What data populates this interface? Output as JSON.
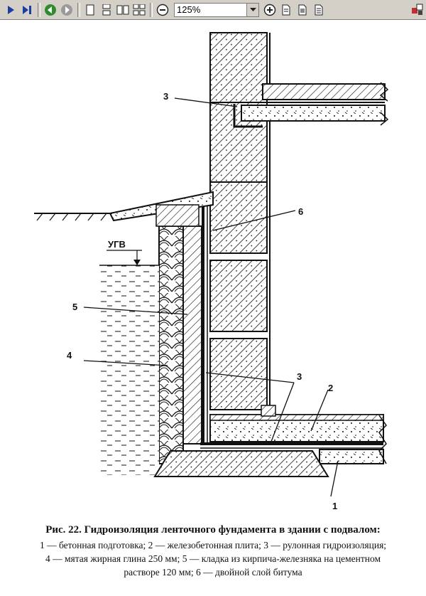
{
  "toolbar": {
    "zoom_value": "125%",
    "buttons": [
      "play-icon",
      "skip-end-icon",
      "back-icon",
      "forward-icon",
      "single-page-icon",
      "continuous-icon",
      "facing-icon",
      "continuous-facing-icon",
      "zoom-out-icon",
      "zoom-in-icon",
      "page-icon",
      "page-width-icon",
      "fit-page-icon",
      "settings-icon"
    ]
  },
  "figure": {
    "labels": {
      "n1": "1",
      "n2": "2",
      "n3_top": "3",
      "n3_bottom": "3",
      "n4": "4",
      "n5": "5",
      "n6": "6",
      "ugv": "УГВ"
    }
  },
  "caption": {
    "title": "Рис. 22. Гидроизоляция ленточного фундамента в здании с подвалом:",
    "line1": "1 — бетонная подготовка; 2 — железобетонная плита; 3 — рулонная гидроизоляция;",
    "line2": "4 — мятая жирная глина 250 мм; 5 — кладка из кирпича-железняка на цементном",
    "line3": "растворе 120 мм; 6 — двойной слой битума"
  }
}
